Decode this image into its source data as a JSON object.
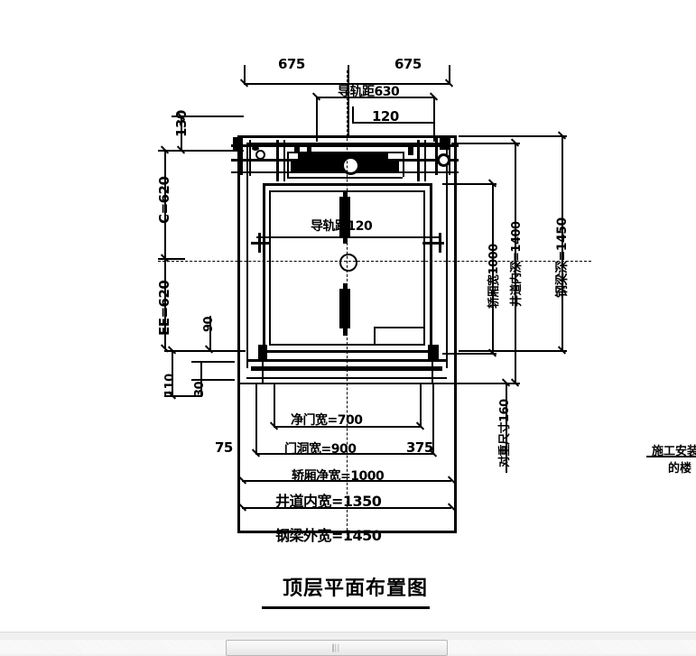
{
  "drawing": {
    "title": "顶层平面布置图",
    "side_note_line1": "施工安装/",
    "side_note_line2": "的楼"
  },
  "dimensions": {
    "top_left_675": "675",
    "top_right_675": "675",
    "guide_rail_span_630": "导轨距630",
    "top_120": "120",
    "left_130": "130",
    "left_c620": "C=620",
    "left_ee620": "EE=620",
    "left_90": "90",
    "left_110": "110",
    "left_30": "30",
    "center_guide_120": "导轨距120",
    "right_car_width_1000": "轿厢宽1000",
    "right_shaft_depth_1400": "井道内深=1400",
    "right_beam_depth_1450": "钢梁深=1450",
    "counterweight_160": "对重尺寸160",
    "bottom_75": "75",
    "bottom_375": "375",
    "bottom_clear_door_700": "净门宽=700",
    "bottom_door_opening_900": "门洞宽=900",
    "bottom_car_clear_width_1000": "轿厢净宽=1000",
    "bottom_shaft_inner_width_1350": "井道内宽=1350",
    "bottom_beam_outer_width_1450": "钢梁外宽=1450"
  },
  "scrollbar": {
    "grip_icon": "grip-dots-icon"
  },
  "colors": {
    "ink": "#000000",
    "paper": "#ffffff",
    "chrome": "#f0f0f0"
  }
}
